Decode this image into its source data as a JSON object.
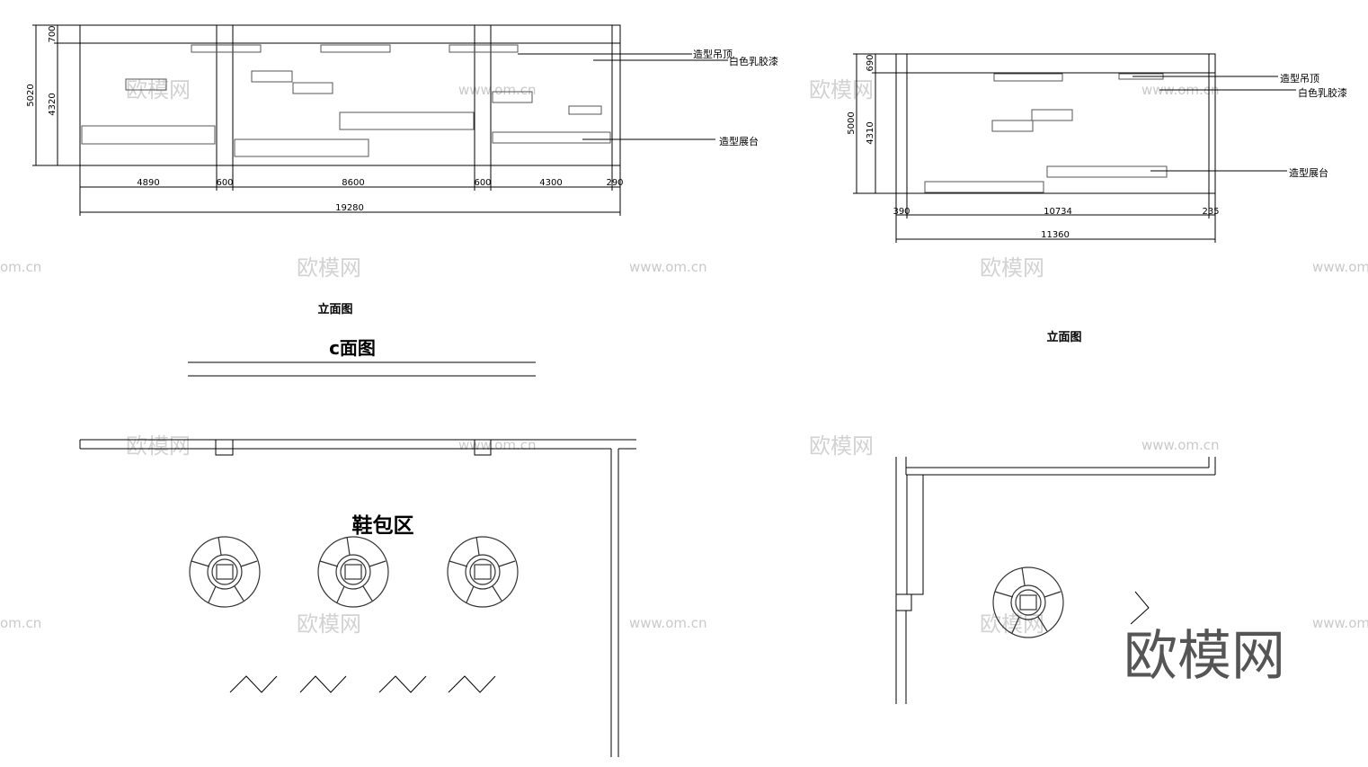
{
  "watermark": {
    "text_cn": "欧模网",
    "url": "www.om.cn",
    "url_short": "om.cn"
  },
  "logo": {
    "text": "欧模网"
  },
  "elevation_c": {
    "title": "立面图",
    "heading": "c面图",
    "dim_height_total": "5020",
    "dim_height_top": "700",
    "dim_height_main": "4320",
    "dim_bottom": [
      "4890",
      "600",
      "8600",
      "600",
      "4300",
      "290"
    ],
    "dim_total": "19280",
    "label_ceiling": "造型吊顶",
    "label_paint": "白色乳胶漆",
    "label_platform": "造型展台"
  },
  "elevation_d": {
    "title": "立面图",
    "dim_height_total": "5000",
    "dim_height_top": "690",
    "dim_height_main": "4310",
    "dim_bottom": [
      "390",
      "10734",
      "235"
    ],
    "dim_total": "11360",
    "label_ceiling": "造型吊顶",
    "label_paint": "白色乳胶漆",
    "label_platform": "造型展台"
  },
  "plan": {
    "zone_label": "鞋包区"
  }
}
